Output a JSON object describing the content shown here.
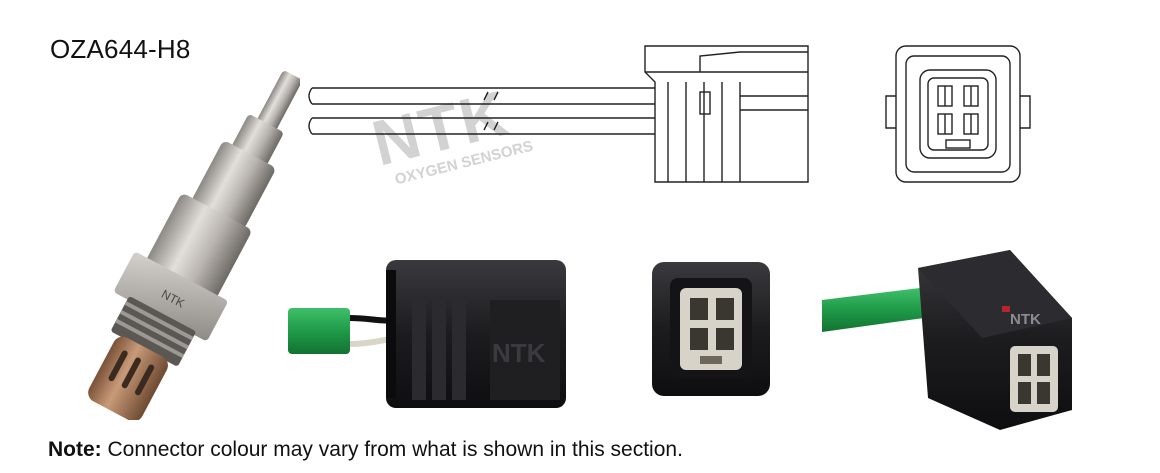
{
  "part_number": "OZA644-H8",
  "watermark": {
    "brand": "NTK",
    "subtitle": "OXYGEN SENSORS"
  },
  "connector_photo_branding": [
    "NTK",
    "NTK"
  ],
  "sensor_hex_marking": "NTK",
  "note": {
    "label": "Note:",
    "text": " Connector colour may vary from what is shown in this section."
  },
  "colors": {
    "wire_green": "#1f9a48",
    "connector_black": "#1c1c1e",
    "pin_insert_grey": "#d8d3c8",
    "watermark_grey": "#c9c9c9",
    "sensor_metal": "#b7b4b0",
    "sensor_tip_copper": "#a87a5a"
  }
}
